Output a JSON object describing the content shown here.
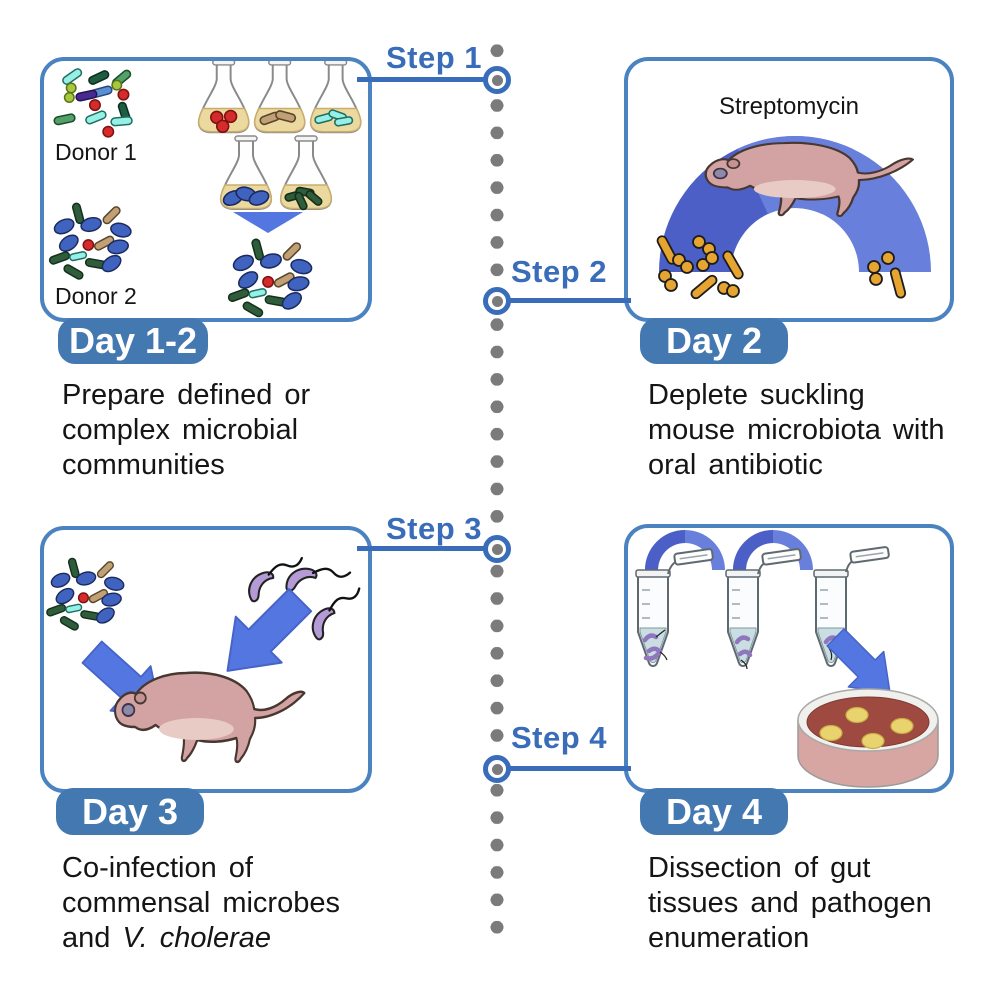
{
  "timeline": {
    "step_labels": [
      "Step 1",
      "Step 2",
      "Step 3",
      "Step 4"
    ]
  },
  "panels": [
    {
      "day_badge": "Day 1-2",
      "donor1_label": "Donor 1",
      "donor2_label": "Donor 2",
      "caption_lines": [
        "Prepare defined or",
        "complex microbial",
        "communities"
      ]
    },
    {
      "day_badge": "Day 2",
      "antibiotic_label": "Streptomycin",
      "caption_lines": [
        "Deplete suckling",
        "mouse microbiota with",
        "oral antibiotic"
      ]
    },
    {
      "day_badge": "Day 3",
      "caption_lines": [
        "Co-infection of",
        "commensal microbes"
      ],
      "caption_line3_prefix": "and ",
      "caption_line3_italic": "V. cholerae"
    },
    {
      "day_badge": "Day 4",
      "caption_lines": [
        "Dissection of gut",
        "tissues and pathogen",
        "enumeration"
      ]
    }
  ],
  "colors": {
    "panel_border": "#4b82c0",
    "accent_blue": "#3a6db9",
    "badge_blue": "#4478b0",
    "arrow_blue": "#5476e0",
    "arch_dark": "#4c5fc6",
    "arch_light": "#697fdc",
    "timeline_dot_gray": "#7b7b7b",
    "mouse_pink": "#d2a3a2",
    "streptomycin_orange": "#e6a430",
    "vibrio_purple": "#b49bd6",
    "flask_liquid_yellow": "#ecd9a0",
    "tube_liquid_blue": "#c9dde2",
    "agar_red": "#9e4a41",
    "colony_yellow": "#e9d36f",
    "microbe_blue": "#3f63be",
    "microbe_dark_green": "#2f5d3b",
    "microbe_tan": "#c2a076",
    "microbe_red": "#d62b2b",
    "microbe_cyan": "#97f0e6",
    "text": "#151515"
  }
}
